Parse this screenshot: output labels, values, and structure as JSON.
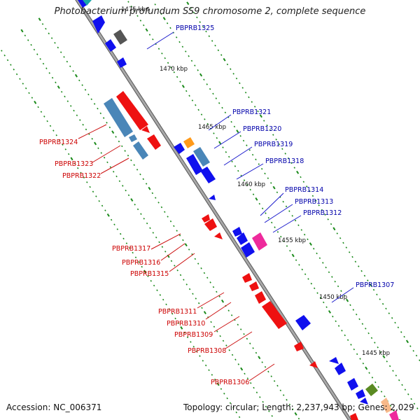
{
  "title": "Photobacterium profundum SS9 chromosome 2, complete sequence",
  "footer": {
    "accession_label": "Accession:",
    "accession": "NC_006371",
    "topology_label": "Topology:",
    "topology": "circular",
    "length_label": "Length:",
    "length": "2,237,943 bp",
    "genes_label": "Genes:",
    "genes": "2,029"
  },
  "kbp_markers": [
    "1475 kbp",
    "1470 kbp",
    "1465 kbp",
    "1460 kbp",
    "1455 kbp",
    "1450 kbp",
    "1445 kbp"
  ],
  "labels_forward": [
    "PBPRB1325",
    "PBPRB1321",
    "PBPRB1320",
    "PBPRB1319",
    "PBPRB1318",
    "PBPRB1314",
    "PBPRB1313",
    "PBPRB1312",
    "PBPRB1307"
  ],
  "labels_reverse": [
    "PBPRB1324",
    "PBPRB1323",
    "PBPRB1322",
    "PBPRB1317",
    "PBPRB1316",
    "PBPRB1315",
    "PBPRB1311",
    "PBPRB1310",
    "PBPRB1309",
    "PBPRB1308",
    "PBPRB1306"
  ],
  "colors": {
    "backbone": "#8f8f8f",
    "forward_gene": "#1010ee",
    "reverse_gene": "#ee1111",
    "rna_feature": "#4a86b8",
    "orange_feature": "#ff9a1a",
    "magenta_feature": "#ee2a9c",
    "olive_feature": "#5a8a22",
    "gray_feature": "#555555",
    "cyan_feature": "#1aa8a8",
    "tick": "#1a8a1a",
    "label_forward": "#0000aa",
    "label_reverse": "#cc0000"
  }
}
